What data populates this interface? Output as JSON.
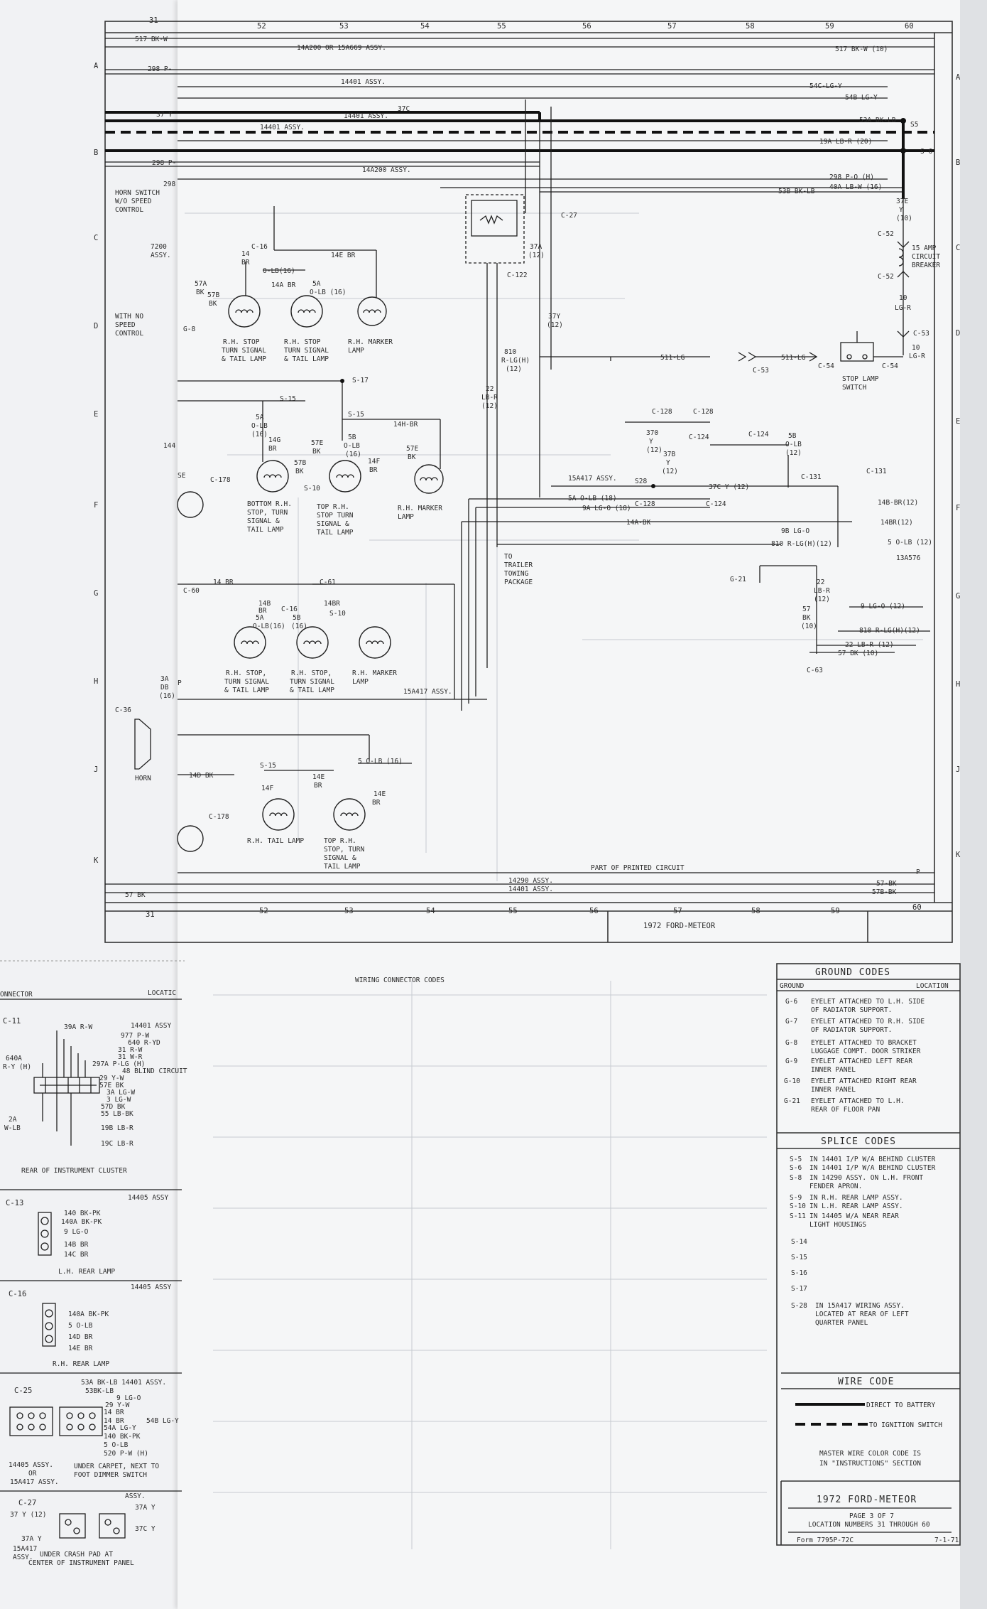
{
  "grid": {
    "columns": [
      "31",
      "52",
      "53",
      "54",
      "55",
      "56",
      "57",
      "58",
      "59",
      "60"
    ],
    "rows": [
      "A",
      "B",
      "C",
      "D",
      "E",
      "F",
      "G",
      "H",
      "J",
      "K"
    ]
  },
  "footer": {
    "bottom_label": "1972 FORD-METEOR"
  },
  "wires": {
    "top": [
      {
        "id": "w517",
        "left": "517 BK-W",
        "center": "14A200 OR 15A669 ASSY.",
        "right": "517 BK-W (10)"
      },
      {
        "id": "w298a",
        "left": "298 P-",
        "center": "14401 ASSY.",
        "right": "54C-LG-Y"
      },
      {
        "id": "w54b",
        "right": "54B LG-Y"
      },
      {
        "id": "w37",
        "left": "37 Y",
        "center": "14401 ASSY.",
        "mid": "37C",
        "right": "53A BK-LB",
        "splice": "S5"
      },
      {
        "id": "w14401b",
        "center": "14401 ASSY."
      },
      {
        "id": "w19a",
        "right": "19A LB-R (20)",
        "splice": "S-6"
      },
      {
        "id": "w298b",
        "left": "298 P-",
        "center": "14A200 ASSY."
      },
      {
        "id": "w298c",
        "left": "298",
        "right": "298 P-O (H)"
      },
      {
        "id": "w40a",
        "right": "40A LB-W (16)"
      },
      {
        "id": "w53b",
        "right": "53B BK-LB"
      }
    ],
    "right_column": [
      "37E",
      "Y",
      "(10)",
      "C-52",
      "15 AMP",
      "CIRCUIT",
      "BREAKER",
      "C-52",
      "10",
      "LG-R",
      "C-53",
      "10",
      "LG-R"
    ],
    "stop_lamp": {
      "label1": "STOP LAMP",
      "label2": "SWITCH",
      "c54a": "C-54",
      "c54b": "C-54",
      "w511a": "511-LG",
      "w511b": "511-LG",
      "c53": "C-53"
    },
    "labels": {
      "horn_switch": [
        "HORN SWITCH",
        "W/O SPEED",
        "CONTROL"
      ],
      "with_no_speed": [
        "WITH NO",
        "SPEED",
        "CONTROL"
      ],
      "assy7200": [
        "7200",
        "ASSY."
      ],
      "c16": "C-16",
      "w14e": "14E BR",
      "w14a": "14A BR",
      "w5a": "5A",
      "w0lb16": "O-LB (16)",
      "w57a": "57A",
      "w57b": "57B",
      "bk": "BK",
      "g8": "G-8",
      "w14": "14",
      "br": "BR",
      "w0lb": "O-LB(16)",
      "lamp1": [
        "R.H. STOP",
        "TURN SIGNAL",
        "& TAIL LAMP"
      ],
      "lamp2": [
        "R.H. STOP",
        "TURN SIGNAL",
        "& TAIL LAMP"
      ],
      "lamp3": [
        "R.H. MARKER",
        "LAMP"
      ],
      "c27": "C-27",
      "w37a": "37A",
      "w12": "(12)",
      "c122": "C-122",
      "w37y": "37Y",
      "w12b": "(12)",
      "b10": [
        "810",
        "R-LG(H)",
        "(12)"
      ],
      "w22": [
        "22",
        "LB-R",
        "(12)"
      ],
      "s17": "S-17",
      "s15a": "S-15",
      "s15b": "S-15",
      "w5a2": [
        "5A",
        "O-LB",
        "(16)"
      ],
      "w14g": [
        "14G",
        "BR"
      ],
      "w57e": [
        "57E",
        "BK"
      ],
      "w5b": [
        "5B",
        "O-LB",
        "(16)"
      ],
      "w14h": "14H-BR",
      "w14f": [
        "14F",
        "BR"
      ],
      "w57e2": [
        "57E",
        "BK"
      ],
      "w57b2": [
        "57B",
        "BK"
      ],
      "s10": "S-10",
      "lamp4": [
        "BOTTOM R.H.",
        "STOP, TURN",
        "SIGNAL &",
        "TAIL LAMP"
      ],
      "lamp5": [
        "TOP R.H.",
        "STOP TURN",
        "SIGNAL &",
        "TAIL LAMP"
      ],
      "lamp6": [
        "R.H. MARKER",
        "LAMP"
      ],
      "w144": "144",
      "se": "SE",
      "c178": "C-178",
      "c128a": "C-128",
      "c128b": "C-128",
      "w37d": [
        "370",
        "Y",
        "(12)"
      ],
      "w37b": [
        "37B",
        "Y",
        "(12)"
      ],
      "c124a": "C-124",
      "c124b": "C-124",
      "w5b2": [
        "5B",
        "O-LB",
        "(12)"
      ],
      "a15a417": "15A417 ASSY.",
      "s28": "S28",
      "w37c12": "37C Y (12)",
      "c131a": "C-131",
      "c131b": "C-131",
      "w5a18": "5A O-LB (18)",
      "w9a": "9A LG-O (18)",
      "c128c": "C-128",
      "c124c": "C-124",
      "w14abk": "14A-BK",
      "w9b": "9B LG-O",
      "w810b": "810 R-LG(H)(12)",
      "w14b": "14B-BR(12)",
      "w14br12": "14BR(12)",
      "w5o12": "5 O-LB (12)",
      "a13a576": "13A576",
      "trailer": [
        "TO",
        "TRAILER",
        "TOWING",
        "PACKAGE"
      ],
      "g21": "G-21",
      "w22b": [
        "22",
        "LB-R",
        "(12)"
      ],
      "w57bk": [
        "57",
        "BK",
        "(10)"
      ],
      "w9lg": "9 LG-O (12)",
      "w810c": "810 R-LG(H)(12)",
      "w22c": "22 LB-R (12)",
      "w57c": "57 BK (10)",
      "c63": "C-63",
      "w14brg": "14 BR",
      "c60": "C-60",
      "c61": "C-61",
      "w14b2": [
        "14B",
        "BR"
      ],
      "w5a3": [
        "5A",
        "O-LB(16)"
      ],
      "c16b": "C-16",
      "w5b3": [
        "5B",
        "(16)"
      ],
      "w14br3": [
        "14BR",
        "S-10"
      ],
      "lamp7": [
        "R.H. STOP,",
        "TURN SIGNAL",
        "& TAIL LAMP"
      ],
      "lamp8": [
        "R.H. STOP,",
        "TURN SIGNAL",
        "& TAIL LAMP"
      ],
      "lamp9": [
        "R.H. MARKER",
        "LAMP"
      ],
      "a15a417b": "15A417 ASSY.",
      "w3a": [
        "3A",
        "DB",
        "(16)"
      ],
      "p": "P",
      "c36": "C-36",
      "horn": "HORN",
      "w14d": "14D BK",
      "s15c": "S-15",
      "w5ob": "5 O-LB (16)",
      "w14f2": "14F",
      "w14e2": [
        "14E",
        "BR"
      ],
      "w14e3": [
        "14E",
        "BR"
      ],
      "c178b": "C-178",
      "lamp10": [
        "R.H. TAIL LAMP"
      ],
      "lamp11": [
        "TOP R.H.",
        "STOP, TURN",
        "SIGNAL &",
        "TAIL LAMP"
      ],
      "printed": "PART OF PRINTED CIRCUIT",
      "a14290": "14290 ASSY.",
      "a14401": "14401 ASSY.",
      "w57bkl": "57 BK",
      "w57bk2": "57-BK",
      "w57bbk": "57B-BK",
      "pr": "P"
    }
  },
  "connectors": {
    "header": {
      "left": "ONNECTOR",
      "right": "LOCATIC"
    },
    "c11": {
      "id": "C-11",
      "assy": "14401 ASSY",
      "wires": [
        "39A R-W",
        "977 P-W",
        "640 R-YD",
        "31 R-W",
        "31 W-R",
        "297A P-LG (H)",
        "48 BLIND CIRCUIT",
        "29 Y-W",
        "57E BK",
        "3A LG-W",
        "3 LG-W",
        "57D BK",
        "55 LB-BK",
        "19B LB-R",
        "19C LB-R"
      ],
      "left": [
        "640A",
        "R-Y (H)",
        "2A",
        "W-LB"
      ],
      "caption": "REAR OF INSTRUMENT CLUSTER"
    },
    "c13": {
      "id": "C-13",
      "assy": "14405 ASSY",
      "wires": [
        "140 BK-PK",
        "140A BK-PK",
        "9 LG-O",
        "14B BR",
        "14C BR"
      ],
      "caption": "L.H. REAR LAMP"
    },
    "c16": {
      "id": "C-16",
      "assy": "14405 ASSY",
      "wires": [
        "140A BK-PK",
        "5 O-LB",
        "14D BR",
        "14E BR"
      ],
      "caption": "R.H. REAR LAMP"
    },
    "c25": {
      "id": "C-25",
      "wires": [
        "53A BK-LB 14401 ASSY.",
        "53BK-LB",
        "9 LG-O",
        "29 Y-W",
        "14 BR",
        "14 BR",
        "54B LG-Y",
        "54A LG-Y",
        "140 BK-PK",
        "5 O-LB",
        "520 P-W (H)"
      ],
      "assy1": "14405 ASSY.",
      "or": "OR",
      "assy2": "15A417 ASSY.",
      "caption1": "UNDER CARPET, NEXT TO",
      "caption2": "FOOT DIMMER SWITCH"
    },
    "c27": {
      "id": "C-27",
      "assy": "ASSY.",
      "wires": [
        "37 Y (12)",
        "37A Y",
        "37C Y",
        "37A Y"
      ],
      "a15a417": "15A417",
      "caption1": "UNDER CRASH PAD AT",
      "caption2": "CENTER OF INSTRUMENT PANEL"
    },
    "faint_header": "WIRING CONNECTOR CODES"
  },
  "ground_codes": {
    "title": "GROUND CODES",
    "col_ground": "GROUND",
    "col_location": "LOCATION",
    "items": [
      {
        "code": "G-6",
        "lines": [
          "EYELET ATTACHED TO L.H. SIDE",
          "OF RADIATOR SUPPORT."
        ]
      },
      {
        "code": "G-7",
        "lines": [
          "EYELET ATTACHED TO R.H. SIDE",
          "OF RADIATOR SUPPORT."
        ]
      },
      {
        "code": "G-8",
        "lines": [
          "EYELET ATTACHED TO BRACKET",
          "LUGGAGE COMPT. DOOR STRIKER"
        ]
      },
      {
        "code": "G-9",
        "lines": [
          "EYELET ATTACHED LEFT REAR",
          "INNER PANEL"
        ]
      },
      {
        "code": "G-10",
        "lines": [
          "EYELET ATTACHED RIGHT REAR",
          "INNER PANEL"
        ]
      },
      {
        "code": "G-21",
        "lines": [
          "EYELET ATTACHED TO L.H.",
          "REAR OF FLOOR PAN"
        ]
      }
    ]
  },
  "splice_codes": {
    "title": "SPLICE CODES",
    "items": [
      {
        "code": "S-5",
        "lines": [
          "IN 14401 I/P W/A BEHIND CLUSTER"
        ]
      },
      {
        "code": "S-6",
        "lines": [
          "IN 14401 I/P W/A BEHIND CLUSTER"
        ]
      },
      {
        "code": "S-8",
        "lines": [
          "IN 14290 ASSY. ON L.H. FRONT",
          "FENDER APRON."
        ]
      },
      {
        "code": "S-9",
        "lines": [
          "IN R.H. REAR LAMP ASSY."
        ]
      },
      {
        "code": "S-10",
        "lines": [
          "IN L.H. REAR LAMP ASSY."
        ]
      },
      {
        "code": "S-11",
        "lines": [
          "IN 14405 W/A NEAR REAR",
          "LIGHT HOUSINGS"
        ]
      },
      {
        "code": "S-14",
        "lines": []
      },
      {
        "code": "S-15",
        "lines": []
      },
      {
        "code": "S-16",
        "lines": []
      },
      {
        "code": "S-17",
        "lines": []
      },
      {
        "code": "S-28",
        "lines": [
          "IN 15A417 WIRING ASSY.",
          "LOCATED AT REAR OF LEFT",
          "QUARTER PANEL"
        ]
      }
    ]
  },
  "wire_code": {
    "title": "WIRE CODE",
    "battery": "DIRECT TO BATTERY",
    "ignition": "TO IGNITION SWITCH",
    "note1": "MASTER WIRE COLOR CODE IS",
    "note2": "IN \"INSTRUCTIONS\" SECTION"
  },
  "title_block": {
    "title": "1972 FORD-METEOR",
    "page": "PAGE 3 OF 7",
    "locations": "LOCATION NUMBERS 31 THROUGH 60",
    "form": "Form 7795P-72C",
    "date": "7-1-71"
  }
}
